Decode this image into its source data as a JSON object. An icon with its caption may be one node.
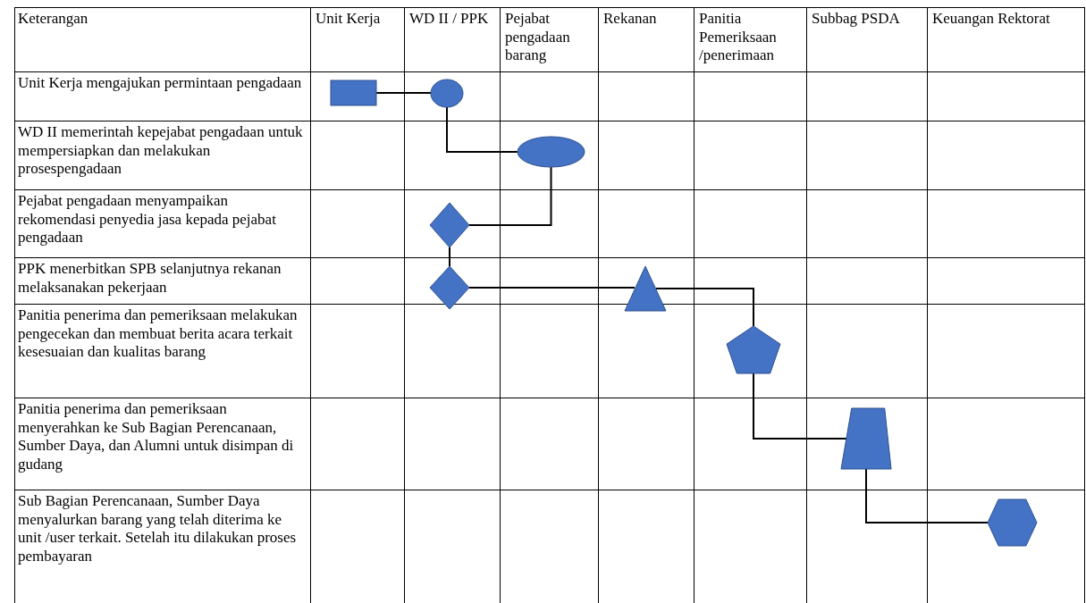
{
  "diagram": {
    "nodes": [
      {
        "text": [],
        "shape": "box"
      },
      {
        "text": [],
        "shape": "circle"
      },
      {
        "text": [],
        "shape": "ellipse"
      },
      {
        "text": [],
        "shape": "diamond"
      },
      {
        "text": [],
        "shape": "diamond"
      },
      {
        "text": [],
        "shape": "triangle"
      },
      {
        "text": [],
        "shape": "pentagon"
      },
      {
        "text": [],
        "shape": "trapezoid"
      },
      {
        "text": [],
        "shape": "hexagon"
      }
    ],
    "edges": [
      {
        "from": 0,
        "to": 1,
        "arrow": "none"
      },
      {
        "from": 1,
        "to": 2,
        "arrow": "none"
      },
      {
        "from": 2,
        "to": 3,
        "arrow": "none"
      },
      {
        "from": 3,
        "to": 4,
        "arrow": "none"
      },
      {
        "from": 4,
        "to": 5,
        "arrow": "none"
      },
      {
        "from": 5,
        "to": 6,
        "arrow": "none"
      },
      {
        "from": 6,
        "to": 7,
        "arrow": "none"
      },
      {
        "from": 7,
        "to": 8,
        "arrow": "none"
      }
    ],
    "labels": [
      "Keterangan",
      "Unit Kerja",
      "WD II / PPK",
      "Pejabat pengadaan barang",
      "Rekanan",
      "Panitia Pemeriksaan /penerimaan",
      "Subbag PSDA",
      "Keuangan Rektorat",
      "Unit Kerja mengajukan permintaan pengadaan",
      "WD II memerintah kepejabat pengadaan untuk mempersiapkan dan melakukan prosespengadaan",
      "Pejabat pengadaan menyampaikan rekomendasi penyedia jasa kepada pejabat pengadaan",
      "PPK menerbitkan SPB selanjutnya rekanan melaksanakan pekerjaan",
      "Panitia penerima dan pemeriksaan melakukan pengecekan dan membuat berita acara terkait kesesuaian dan kualitas barang",
      "Panitia penerima dan pemeriksaan menyerahkan ke Sub Bagian Perencanaan, Sumber Daya, dan Alumni untuk disimpan di gudang",
      "Sub Bagian Perencanaan, Sumber Daya menyalurkan barang yang telah diterima ke unit /user terkait. Setelah itu dilakukan proses pembayaran"
    ]
  }
}
